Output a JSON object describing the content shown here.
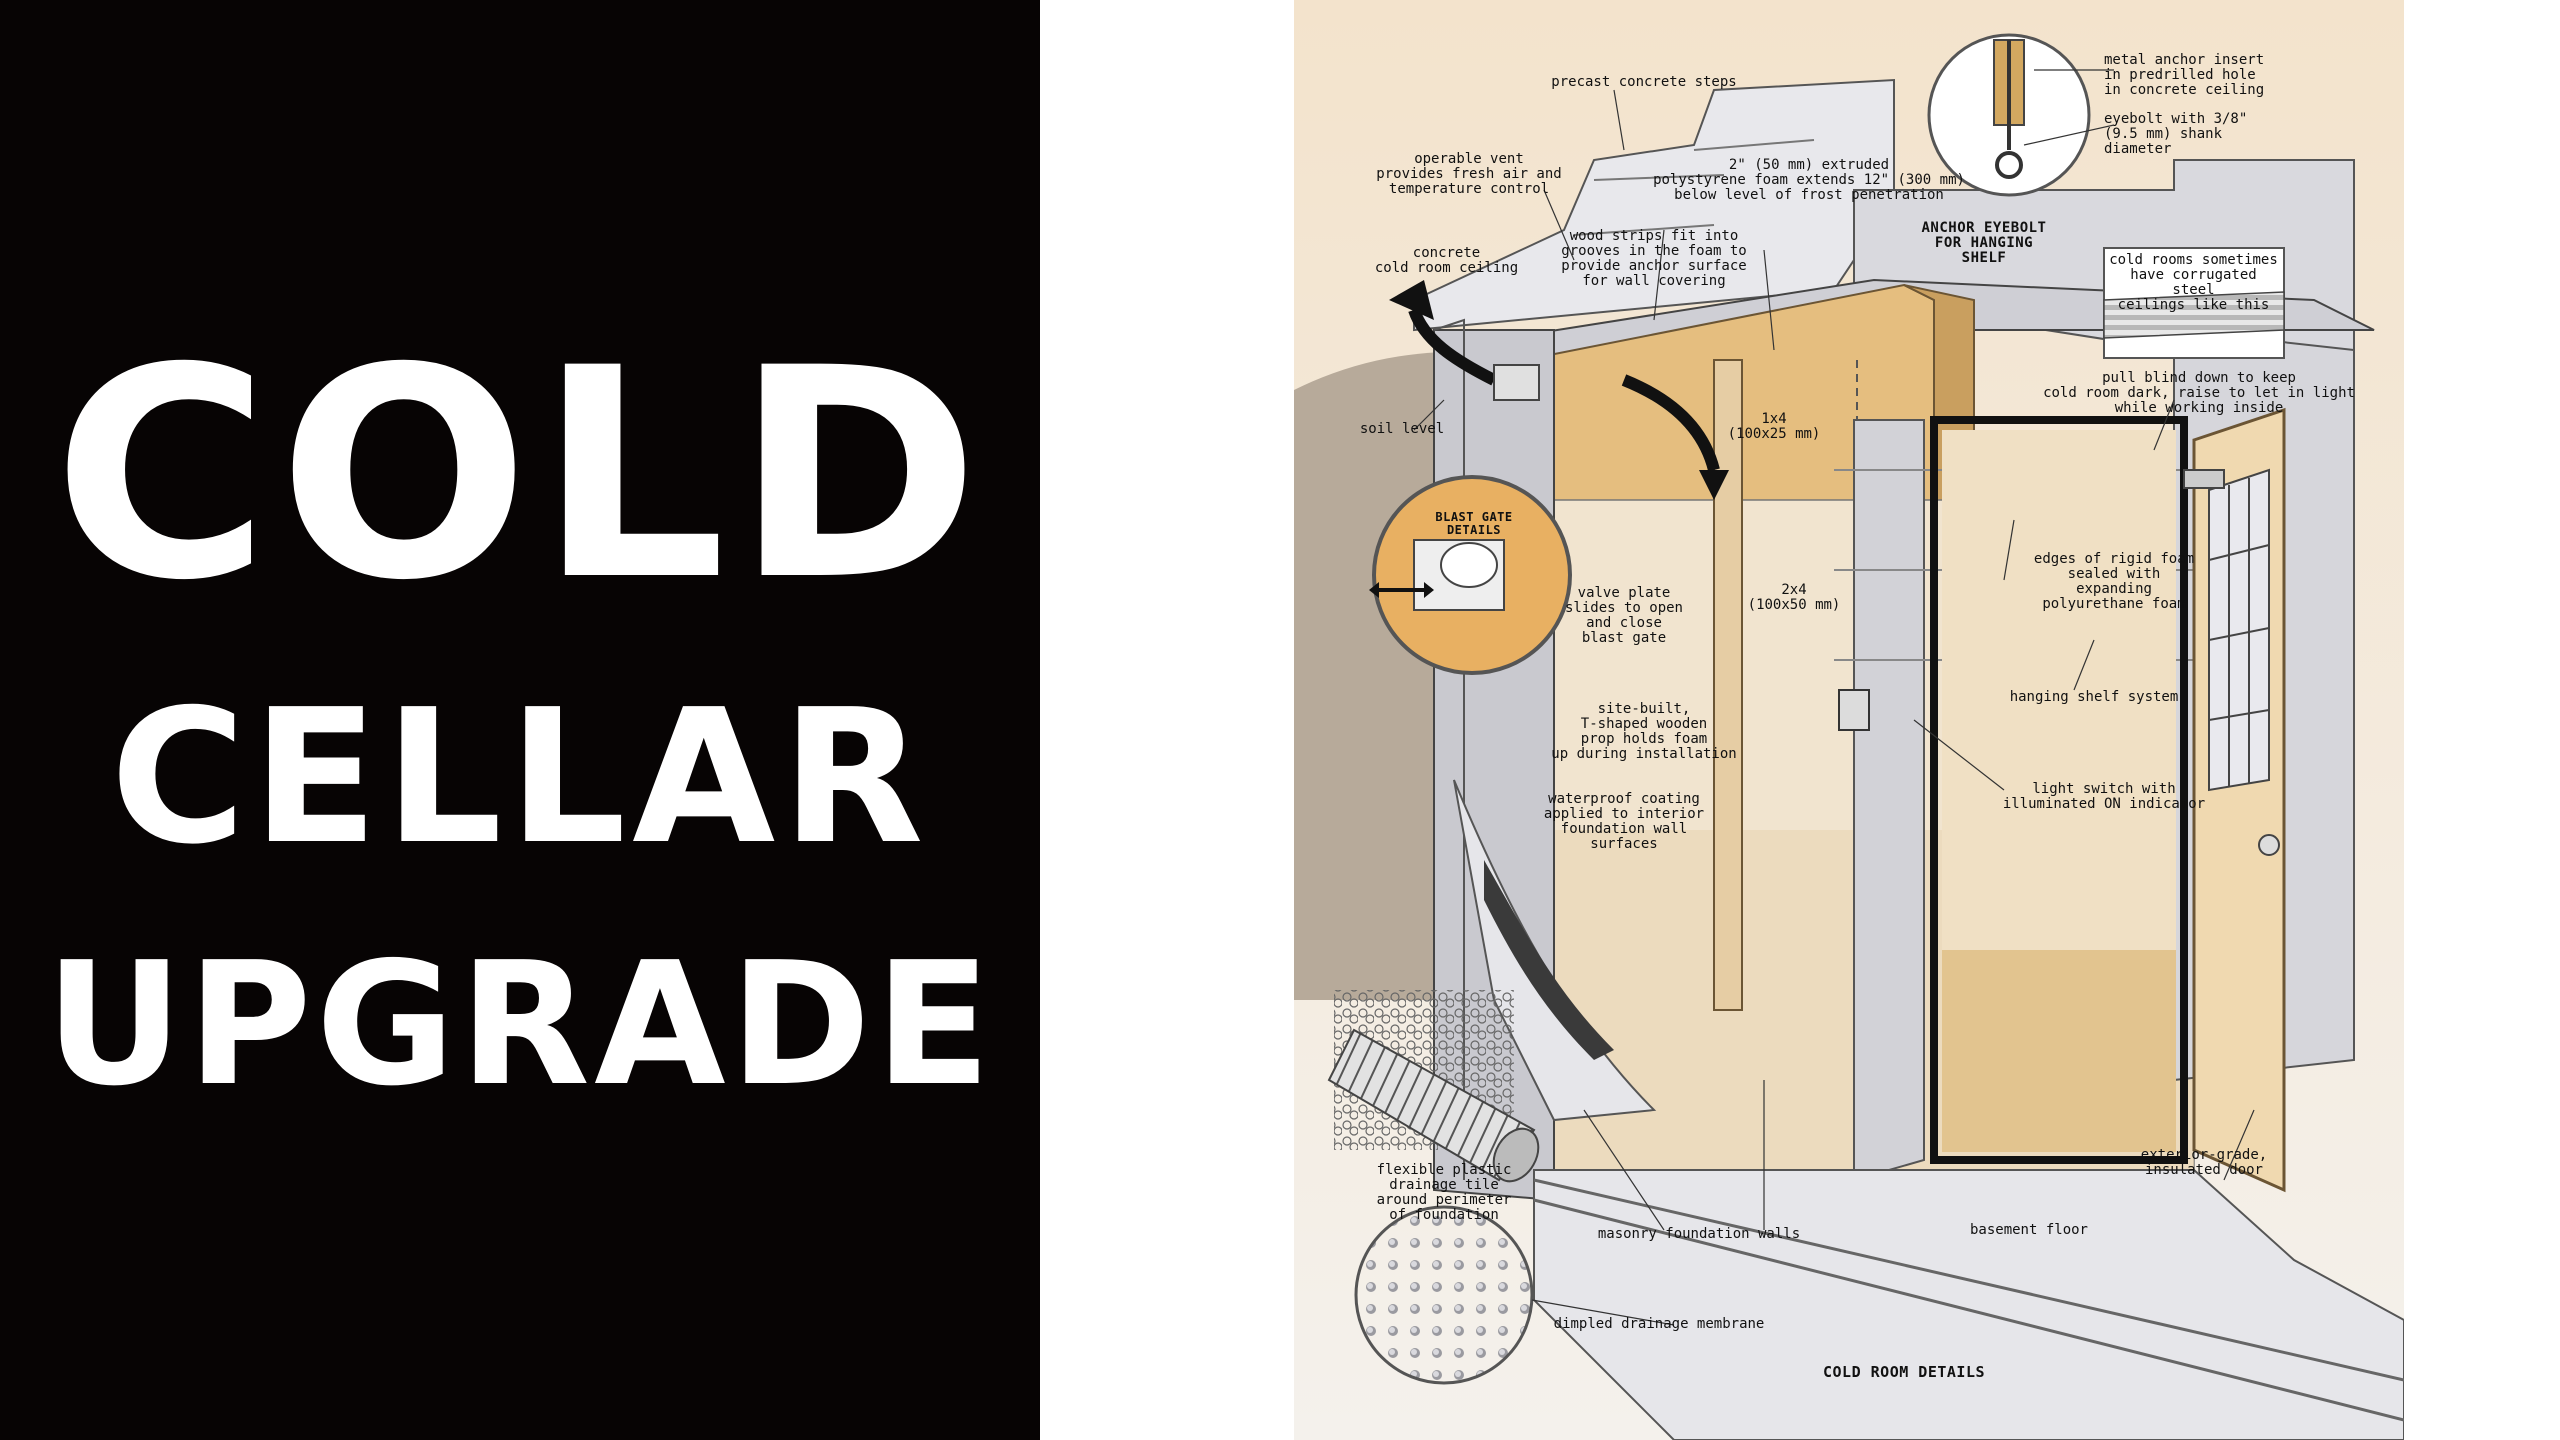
{
  "title": {
    "line1": "COLD",
    "line2": "CELLAR",
    "line3": "UPGRADE"
  },
  "colors": {
    "left_bg": "#070404",
    "title_text": "#ffffff",
    "diagram_bg": "#f3e7d6",
    "foam": "#e5be7f",
    "concrete": "#c9c9cf"
  },
  "diagram": {
    "caption": "COLD ROOM DETAILS",
    "labels": {
      "precast_steps": "precast concrete steps",
      "anchor_insert": "metal anchor insert\nin predrilled hole\nin concrete ceiling",
      "eyebolt": "eyebolt with 3/8\"\n(9.5 mm) shank\ndiameter",
      "operable_vent": "operable vent\nprovides fresh air and\ntemperature control",
      "extruded_foam": "2\" (50 mm) extruded\npolystyrene foam extends 12\" (300 mm)\nbelow level of frost penetration",
      "anchor_eyebolt_title": "ANCHOR EYEBOLT\nFOR HANGING\nSHELF",
      "concrete_ceiling": "concrete\ncold room ceiling",
      "wood_strips": "wood strips fit into\ngrooves in the foam to\nprovide anchor surface\nfor wall covering",
      "corrugated_ceiling": "cold rooms sometimes\nhave corrugated steel\nceilings like this",
      "pull_blind": "pull blind down to keep\ncold room dark, raise to let in light\nwhile working inside",
      "soil_level": "soil level",
      "one_by_four": "1x4\n(100x25 mm)",
      "blast_gate_details": "BLAST GATE\nDETAILS",
      "valve_plate": "valve plate\nslides to open\nand close\nblast gate",
      "two_by_four": "2x4\n(100x50 mm)",
      "edges_foam": "edges of rigid foam\nsealed with\nexpanding\npolyurethane foam",
      "hanging_shelf": "hanging shelf system",
      "site_built_prop": "site-built,\nT-shaped wooden\nprop holds foam\nup during installation",
      "light_switch": "light switch with\nilluminated ON indicator",
      "waterproof_coating": "waterproof coating\napplied to interior\nfoundation wall\nsurfaces",
      "exterior_door": "exterior-grade,\ninsulated door",
      "drainage_tile": "flexible plastic\ndrainage tile\naround perimeter\nof foundation",
      "masonry_walls": "masonry foundation walls",
      "basement_floor": "basement floor",
      "dimpled_membrane": "dimpled drainage membrane"
    }
  }
}
